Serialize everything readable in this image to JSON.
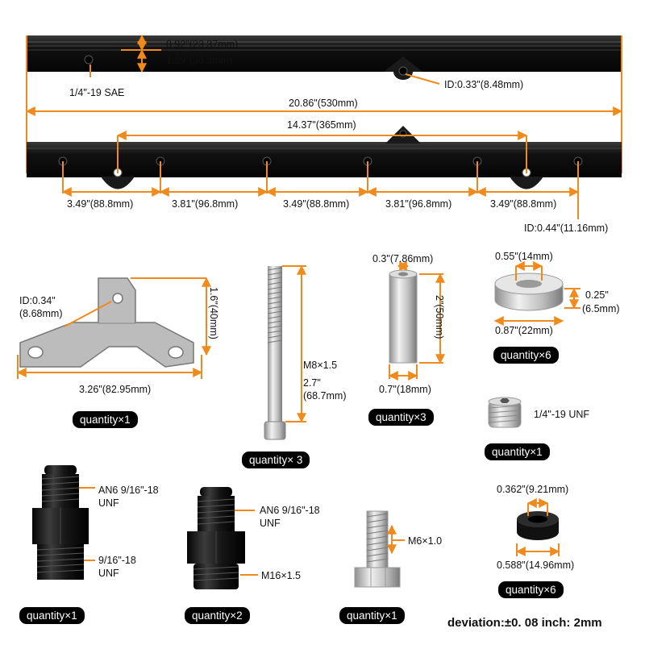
{
  "rail": {
    "dim_092": "0.92\"(23.37mm)",
    "dim_119": "1.19\"(30.3mm)",
    "thread_sae": "1/4\"-19 SAE",
    "id_033": "ID:0.33\"(8.48mm)",
    "length": "20.86\"(530mm)",
    "mount_spacing": "14.37\"(365mm)",
    "spacings": [
      "3.49\"(88.8mm)",
      "3.81\"(96.8mm)",
      "3.49\"(88.8mm)",
      "3.81\"(96.8mm)",
      "3.49\"(88.8mm)"
    ],
    "id_044": "ID:0.44\"(11.16mm)"
  },
  "bracket": {
    "id_line1": "ID:0.34\"",
    "id_line2": "(8.68mm)",
    "height": "1.6\"(40mm)",
    "width": "3.26\"(82.95mm)",
    "quantity": "quantity×1"
  },
  "bolt": {
    "thread": "M8×1.5",
    "length_line1": "2.7\"",
    "length_line2": "(68.7mm)",
    "quantity": "quantity× 3"
  },
  "spacer": {
    "top": "0.3\"(7.86mm)",
    "height": "2\"(50mm)",
    "bottom": "0.7\"(18mm)",
    "quantity": "quantity×3"
  },
  "washer": {
    "inner": "0.55\"(14mm)",
    "thick_line1": "0.25\"",
    "thick_line2": "(6.5mm)",
    "outer": "0.87\"(22mm)",
    "quantity": "quantity×6"
  },
  "plug": {
    "thread": "1/4\"-19 UNF",
    "quantity": "quantity×1"
  },
  "fitting1": {
    "an_line1": "AN6 9/16\"-18",
    "an_line2": "UNF",
    "thread_line1": "9/16\"-18",
    "thread_line2": "UNF",
    "quantity": "quantity×1"
  },
  "fitting2": {
    "an_line1": "AN6 9/16\"-18",
    "an_line2": "UNF",
    "thread": "M16×1.5",
    "quantity": "quantity×2"
  },
  "screw": {
    "thread": "M6×1.0",
    "quantity": "quantity×1"
  },
  "oring": {
    "inner": "0.362\"(9.21mm)",
    "outer": "0.588\"(14.96mm)",
    "quantity": "quantity×6"
  },
  "footer": "deviation:±0. 08 inch: 2mm",
  "colors": {
    "accent": "#f08a1c",
    "metal": "#b9b9b9",
    "rail": "#141414"
  }
}
